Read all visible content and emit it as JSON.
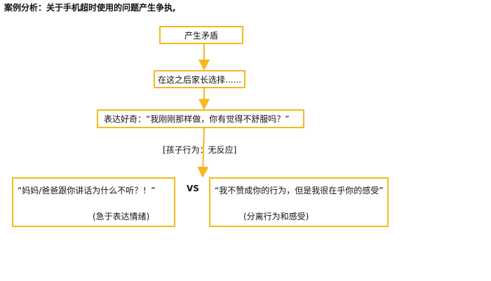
{
  "title": "案例分析：关于手机超时使用的问题产生争执,",
  "flow": {
    "step1": "产生矛盾",
    "step2": "在这之后家长选择......",
    "step3": "表达好奇：“我刚刚那样做，你有觉得不舒服吗？”",
    "reaction": "[孩子行为：无反应]"
  },
  "compare": {
    "left_quote": "“妈妈/爸爸跟你讲话为什么不听？！”",
    "left_note": "(急于表达情绪)",
    "vs": "VS",
    "right_quote": "“我不赞成你的行为，但是我很在乎你的感受”",
    "right_note": "(分离行为和感受)"
  },
  "colors": {
    "accent": "#F5B91E",
    "text": "#111111"
  }
}
